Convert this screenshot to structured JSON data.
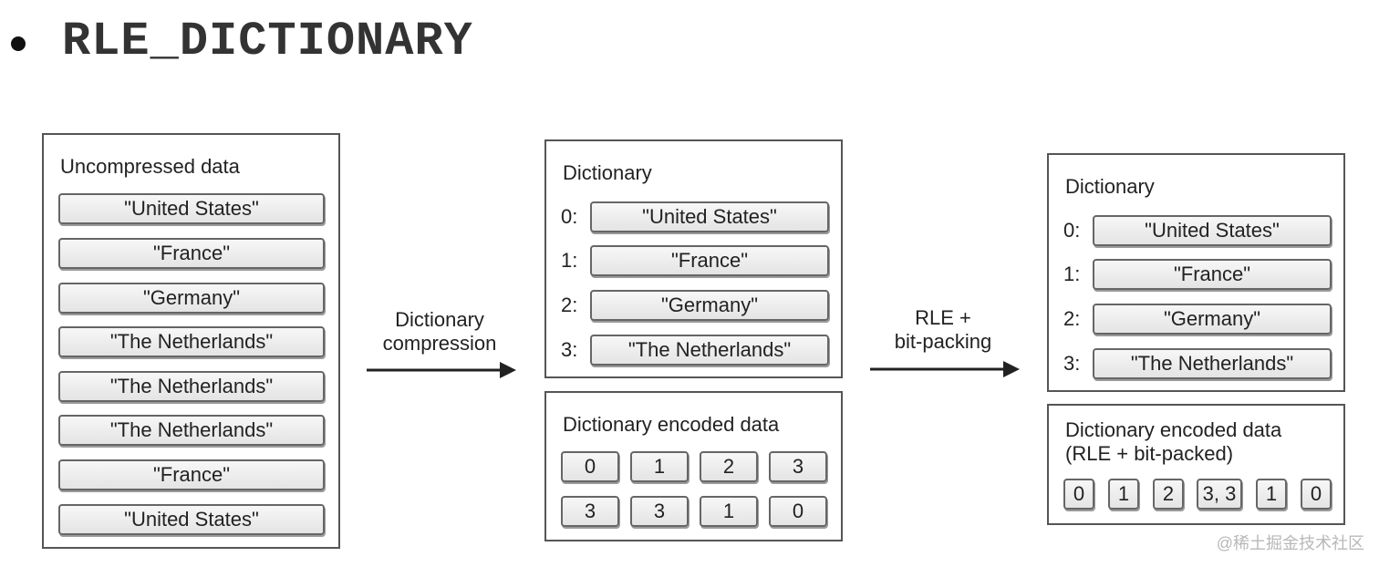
{
  "title": "RLE_DICTIONARY",
  "uncompressed": {
    "title": "Uncompressed data",
    "items": [
      "\"United States\"",
      "\"France\"",
      "\"Germany\"",
      "\"The Netherlands\"",
      "\"The Netherlands\"",
      "\"The Netherlands\"",
      "\"France\"",
      "\"United States\""
    ]
  },
  "arrow1": {
    "line1": "Dictionary",
    "line2": "compression"
  },
  "dict1": {
    "title": "Dictionary",
    "entries": [
      {
        "index": "0:",
        "value": "\"United States\""
      },
      {
        "index": "1:",
        "value": "\"France\""
      },
      {
        "index": "2:",
        "value": "\"Germany\""
      },
      {
        "index": "3:",
        "value": "\"The Netherlands\""
      }
    ]
  },
  "encoded1": {
    "title": "Dictionary encoded data",
    "values": [
      "0",
      "1",
      "2",
      "3",
      "3",
      "3",
      "1",
      "0"
    ]
  },
  "arrow2": {
    "line1": "RLE +",
    "line2": "bit-packing"
  },
  "dict2": {
    "title": "Dictionary",
    "entries": [
      {
        "index": "0:",
        "value": "\"United States\""
      },
      {
        "index": "1:",
        "value": "\"France\""
      },
      {
        "index": "2:",
        "value": "\"Germany\""
      },
      {
        "index": "3:",
        "value": "\"The Netherlands\""
      }
    ]
  },
  "encoded2": {
    "title_line1": "Dictionary encoded data",
    "title_line2": "(RLE + bit-packed)",
    "values": [
      "0",
      "1",
      "2",
      "3, 3",
      "1",
      "0"
    ]
  },
  "watermark": "@稀土掘金技术社区"
}
